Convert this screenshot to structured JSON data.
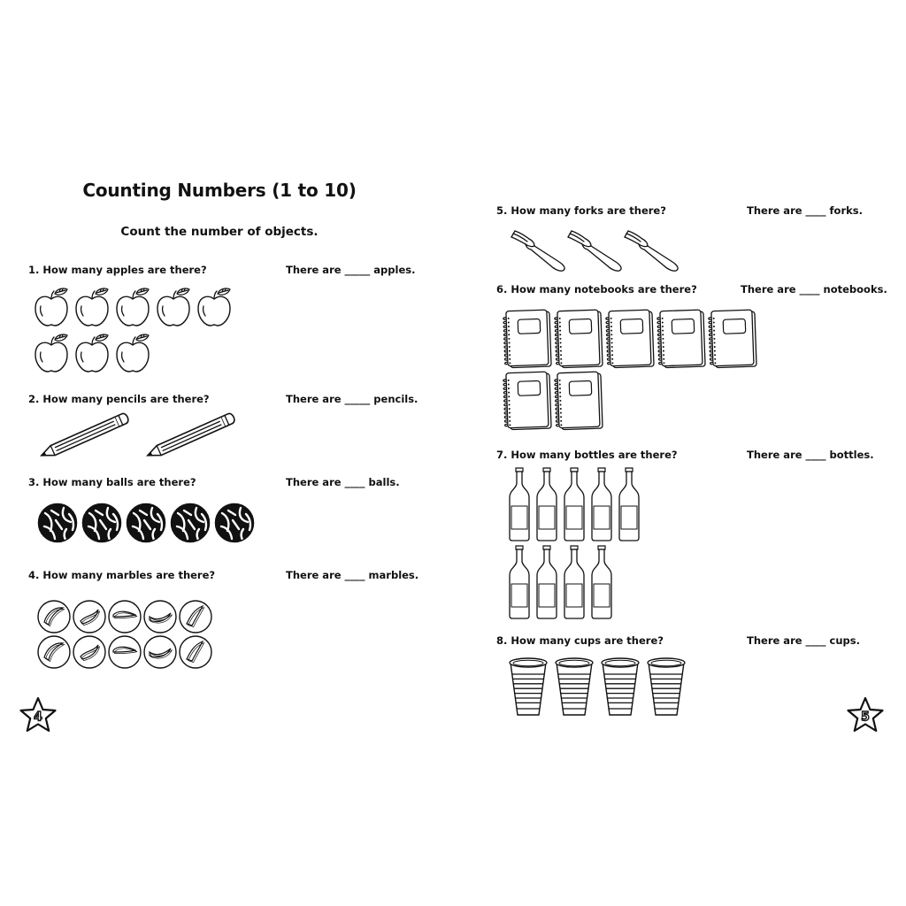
{
  "title": "Counting Numbers (1 to 10)",
  "subtitle": "Count the number of objects.",
  "questions": [
    {
      "number": "1.",
      "question": "How many apples are there?",
      "answer": "There are _____ apples.",
      "object": "apple-icon",
      "count": 8
    },
    {
      "number": "2.",
      "question": "How many pencils are there?",
      "answer": "There are _____ pencils.",
      "object": "pencil-icon",
      "count": 2
    },
    {
      "number": "3.",
      "question": "How many balls are there?",
      "answer": "There are ____ balls.",
      "object": "ball-icon",
      "count": 5
    },
    {
      "number": "4.",
      "question": "How many marbles are there?",
      "answer": "There are ____ marbles.",
      "object": "marble-icon",
      "count": 10
    },
    {
      "number": "5.",
      "question": "How many forks are there?",
      "answer": "There are ____ forks.",
      "object": "fork-icon",
      "count": 3
    },
    {
      "number": "6.",
      "question": "How many notebooks are there?",
      "answer": "There are ____ notebooks.",
      "object": "notebook-icon",
      "count": 7
    },
    {
      "number": "7.",
      "question": "How many bottles are there?",
      "answer": "There are ____ bottles.",
      "object": "bottle-icon",
      "count": 9
    },
    {
      "number": "8.",
      "question": "How many cups are there?",
      "answer": "There are ____ cups.",
      "object": "cup-icon",
      "count": 4
    }
  ],
  "pages": {
    "left": "4",
    "right": "5"
  }
}
